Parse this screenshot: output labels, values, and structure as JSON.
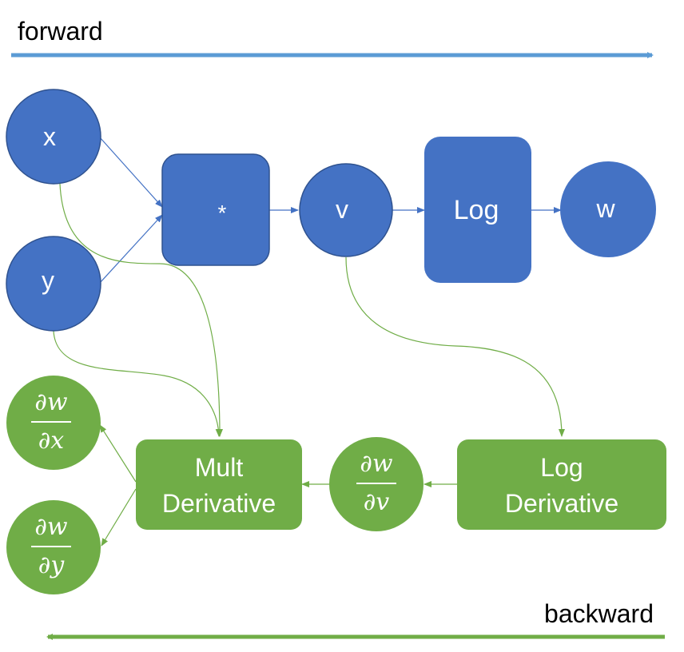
{
  "headers": {
    "forward": "forward",
    "backward": "backward"
  },
  "nodes": {
    "x": "x",
    "y": "y",
    "mult": "*",
    "v": "v",
    "log": "Log",
    "w": "w"
  },
  "backward_nodes": {
    "mult_derivative": [
      "Mult",
      "Derivative"
    ],
    "log_derivative": [
      "Log",
      "Derivative"
    ],
    "dw_dx": {
      "num": "∂w",
      "den": "∂x"
    },
    "dw_dy": {
      "num": "∂w",
      "den": "∂y"
    },
    "dw_dv": {
      "num": "∂w",
      "den": "∂v"
    }
  },
  "colors": {
    "forward_arrow": "#5B9BD5",
    "backward_arrow": "#70AD47",
    "blue_node": "#4472C4",
    "blue_stroke": "#2F528F",
    "green_node": "#70AD47",
    "connector_blue": "#4472C4",
    "connector_green": "#70AD47"
  }
}
